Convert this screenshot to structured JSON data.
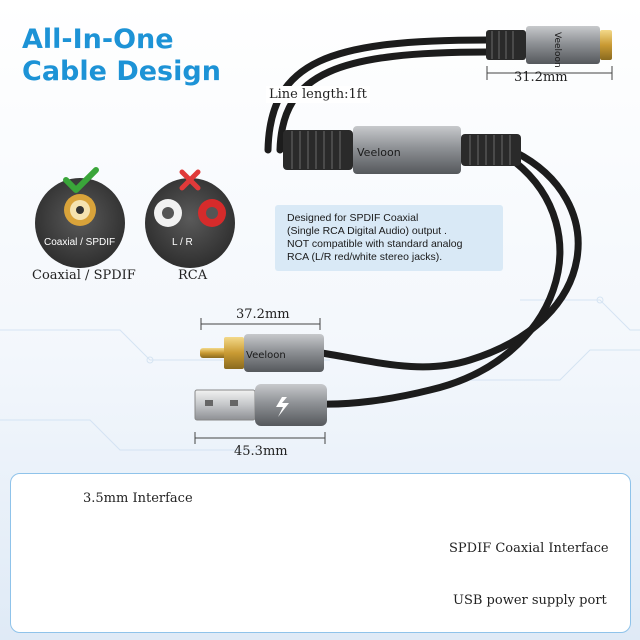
{
  "headline": {
    "line1": "All-In-One",
    "line2": "Cable Design"
  },
  "line_length": "Line length:1ft",
  "dimensions": {
    "female_jack": "31.2mm",
    "rca_plug": "37.2mm",
    "usb_plug": "45.3mm"
  },
  "note": {
    "lines": [
      "Designed for SPDIF Coaxial",
      "(Single RCA Digital Audio) output .",
      "NOT compatible with standard analog",
      "RCA (L/R red/white stereo jacks)."
    ]
  },
  "comparison": {
    "coax": {
      "caption": "Coaxial / SPDIF",
      "label": "Coaxial / SPDIF",
      "status": "compatible",
      "status_icon": "check-icon"
    },
    "rca": {
      "caption": "L / R",
      "label": "RCA",
      "status": "incompatible",
      "status_icon": "cross-icon"
    }
  },
  "brand": "Veeloon",
  "interfaces": {
    "jack_35": "3.5mm Interface",
    "spdif": "SPDIF Coaxial  Interface",
    "usb": "USB power supply port"
  },
  "colors": {
    "accent_blue": "#1d93d6",
    "check_green": "#3aa53a",
    "cross_red": "#e03a3a",
    "gold": "#d9b04a",
    "rca_red": "#d62b2b"
  }
}
